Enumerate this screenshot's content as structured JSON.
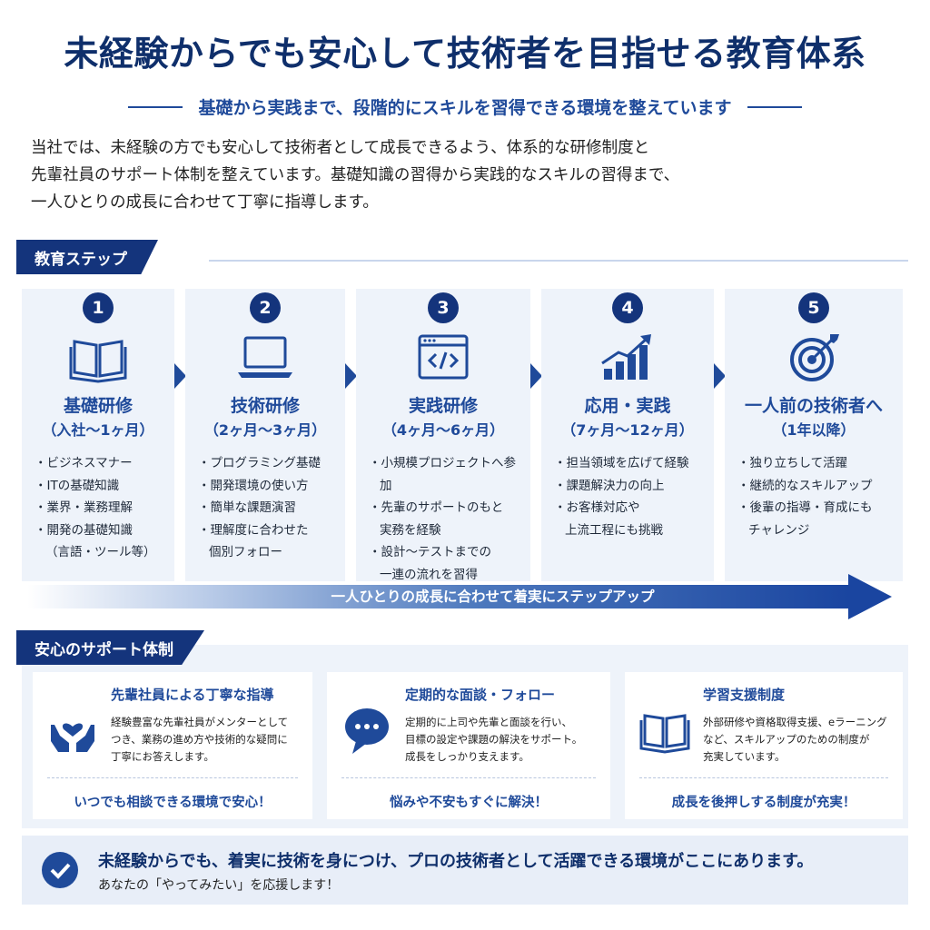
{
  "header": {
    "title": "未経験からでも安心して技術者を目指せる教育体系",
    "subtitle": "基礎から実践まで、段階的にスキルを習得できる環境を整えています",
    "intro": [
      "当社では、未経験の方でも安心して技術者として成長できるよう、体系的な研修制度と",
      "先輩社員のサポート体制を整えています。基礎知識の習得から実践的なスキルの習得まで、",
      "一人ひとりの成長に合わせて丁寧に指導します。"
    ]
  },
  "education": {
    "heading": "教育ステップ",
    "steps": [
      {
        "num": "1",
        "icon": "book-icon",
        "title": "基礎研修",
        "period": "（入社〜1ヶ月）",
        "items": [
          "・ビジネスマナー",
          "・ITの基礎知識",
          "・業界・業務理解",
          "・開発の基礎知識\n（言語・ツール等）"
        ]
      },
      {
        "num": "2",
        "icon": "laptop-icon",
        "title": "技術研修",
        "period": "（2ヶ月〜3ヶ月）",
        "items": [
          "・プログラミング基礎",
          "・開発環境の使い方",
          "・簡単な課題演習",
          "・理解度に合わせた\n個別フォロー"
        ]
      },
      {
        "num": "3",
        "icon": "code-window-icon",
        "title": "実践研修",
        "period": "（4ヶ月〜6ヶ月）",
        "items": [
          "・小規模プロジェクトへ参加",
          "・先輩のサポートのもと\n実務を経験",
          "・設計〜テストまでの\n一連の流れを習得"
        ]
      },
      {
        "num": "4",
        "icon": "growth-chart-icon",
        "title": "応用・実践",
        "period": "（7ヶ月〜12ヶ月）",
        "items": [
          "・担当領域を広げて経験",
          "・課題解決力の向上",
          "・お客様対応や\n上流工程にも挑戦"
        ]
      },
      {
        "num": "5",
        "icon": "target-icon",
        "title": "一人前の技術者へ",
        "period": "（1年以降）",
        "items": [
          "・独り立ちして活躍",
          "・継続的なスキルアップ",
          "・後輩の指導・育成にも\nチャレンジ"
        ]
      }
    ],
    "progress_label": "一人ひとりの成長に合わせて着実にステップアップ"
  },
  "support": {
    "heading": "安心のサポート体制",
    "cards": [
      {
        "icon": "heart-hands-icon",
        "title": "先輩社員による丁寧な指導",
        "text": "経験豊富な先輩社員がメンターとして\nつき、業務の進め方や技術的な疑問に\n丁寧にお答えします。",
        "footer": "いつでも相談できる環境で安心！"
      },
      {
        "icon": "chat-bubble-icon",
        "title": "定期的な面談・フォロー",
        "text": "定期的に上司や先輩と面談を行い、\n目標の設定や課題の解決をサポート。\n成長をしっかり支えます。",
        "footer": "悩みや不安もすぐに解決！"
      },
      {
        "icon": "book-icon",
        "title": "学習支援制度",
        "text": "外部研修や資格取得支援、eラーニング\nなど、スキルアップのための制度が\n充実しています。",
        "footer": "成長を後押しする制度が充実！"
      }
    ]
  },
  "closing": {
    "icon": "check-circle-icon",
    "main": "未経験からでも、着実に技術を身につけ、プロの技術者として活躍できる環境がここにあります。",
    "sub": "あなたの「やってみたい」を応援します！"
  },
  "colors": {
    "navy": "#14347c",
    "accent": "#1f4a9a",
    "panel": "#eef3fa"
  }
}
